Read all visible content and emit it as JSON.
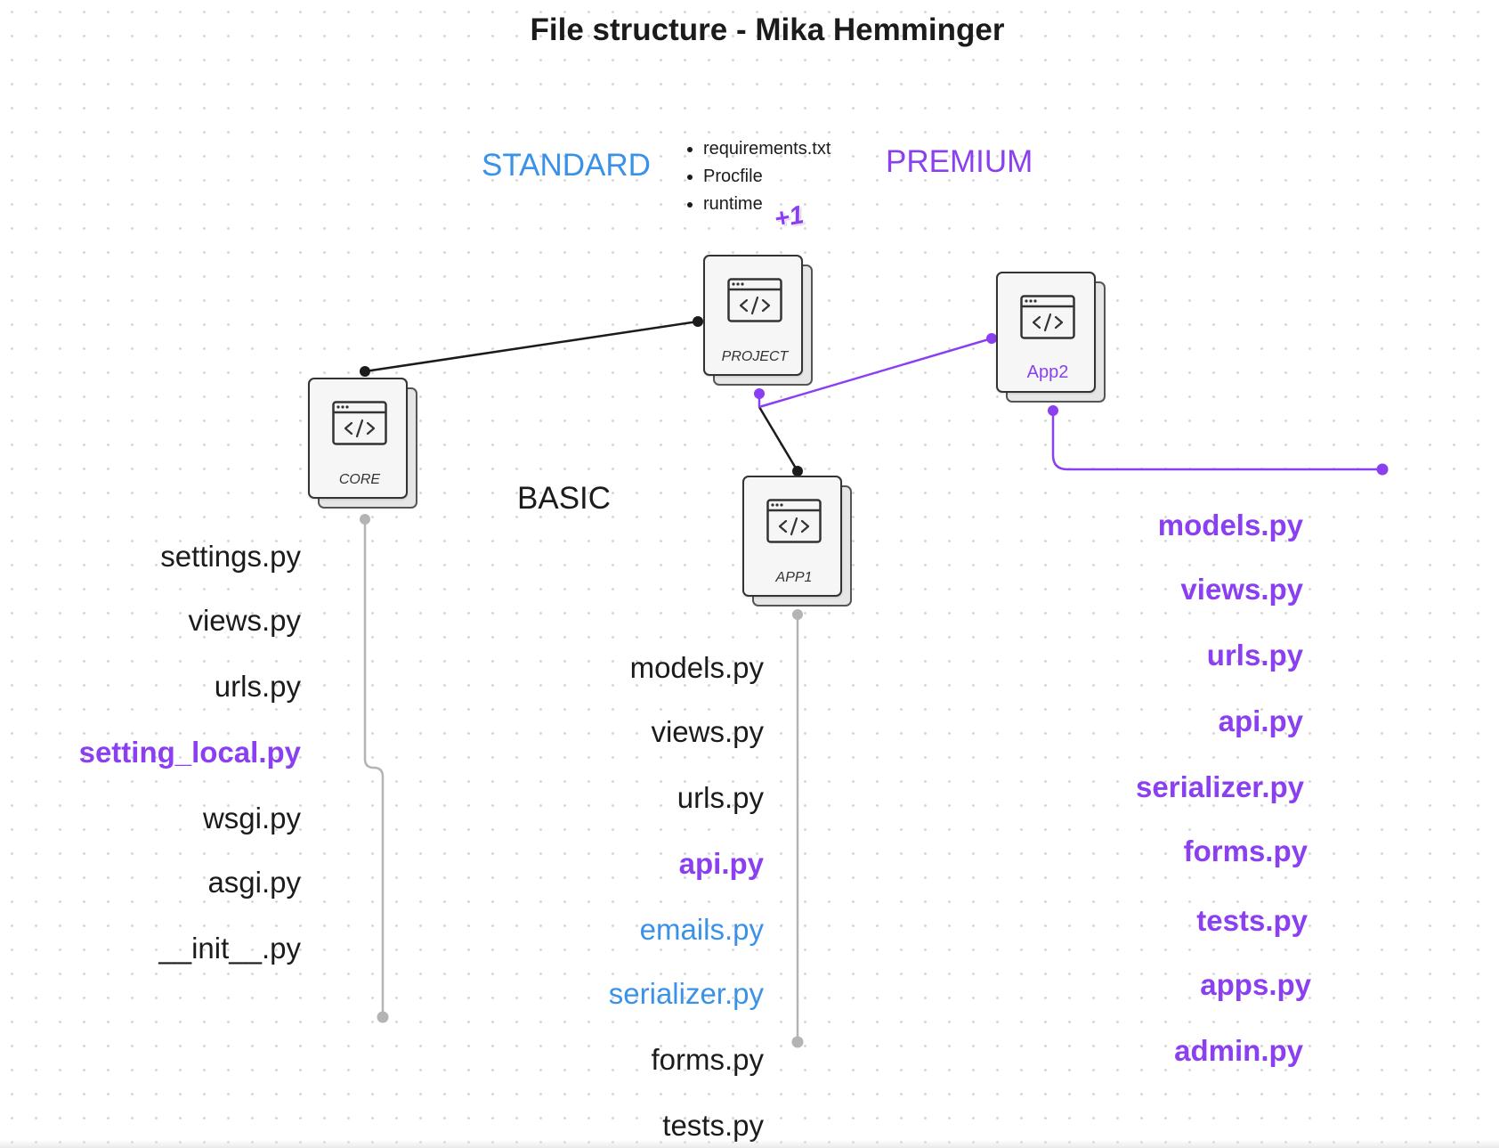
{
  "title": "File structure - Mika Hemminger",
  "tiers": {
    "standard": "STANDARD",
    "premium": "PREMIUM",
    "basic": "BASIC"
  },
  "root_files": [
    "requirements.txt",
    "Procfile",
    "runtime"
  ],
  "badge": "+1",
  "nodes": {
    "project": {
      "label": "PROJECT",
      "icon": "code-window-icon"
    },
    "core": {
      "label": "CORE",
      "icon": "code-window-icon"
    },
    "app1": {
      "label": "APP1",
      "icon": "code-window-icon"
    },
    "app2": {
      "label": "App2",
      "icon": "code-window-icon"
    }
  },
  "core_files": [
    {
      "name": "settings.py",
      "tier": "basic"
    },
    {
      "name": "views.py",
      "tier": "basic"
    },
    {
      "name": "urls.py",
      "tier": "basic"
    },
    {
      "name": "setting_local.py",
      "tier": "premium"
    },
    {
      "name": "wsgi.py",
      "tier": "basic"
    },
    {
      "name": "asgi.py",
      "tier": "basic"
    },
    {
      "name": "__init__.py",
      "tier": "basic"
    }
  ],
  "app1_files": [
    {
      "name": "models.py",
      "tier": "basic"
    },
    {
      "name": "views.py",
      "tier": "basic"
    },
    {
      "name": "urls.py",
      "tier": "basic"
    },
    {
      "name": "api.py",
      "tier": "premium"
    },
    {
      "name": "emails.py",
      "tier": "standard"
    },
    {
      "name": "serializer.py",
      "tier": "standard"
    },
    {
      "name": "forms.py",
      "tier": "basic"
    },
    {
      "name": "tests.py",
      "tier": "basic"
    }
  ],
  "app2_files": [
    {
      "name": "models.py",
      "tier": "premium"
    },
    {
      "name": "views.py",
      "tier": "premium"
    },
    {
      "name": "urls.py",
      "tier": "premium"
    },
    {
      "name": "api.py",
      "tier": "premium"
    },
    {
      "name": "serializer.py",
      "tier": "premium"
    },
    {
      "name": "forms.py",
      "tier": "premium"
    },
    {
      "name": "tests.py",
      "tier": "premium"
    },
    {
      "name": "apps.py",
      "tier": "premium"
    },
    {
      "name": "admin.py",
      "tier": "premium"
    }
  ],
  "colors": {
    "standard": "#3a92e8",
    "premium": "#8a3ff0",
    "basic": "#1b1b1b",
    "connector_gray": "#b4b4b4"
  }
}
